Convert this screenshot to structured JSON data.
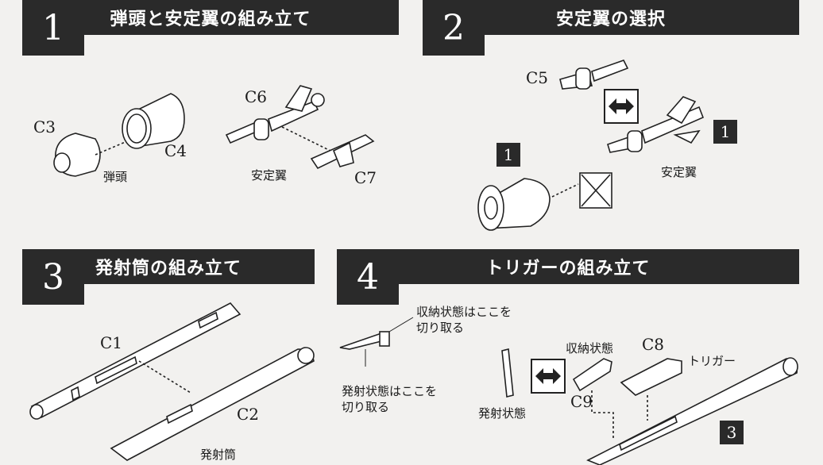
{
  "steps": [
    {
      "num": "1",
      "title": "弾頭と安定翼の組み立て"
    },
    {
      "num": "2",
      "title": "安定翼の選択"
    },
    {
      "num": "3",
      "title": "発射筒の組み立て"
    },
    {
      "num": "4",
      "title": "トリガーの組み立て"
    }
  ],
  "step1": {
    "c3": "C3",
    "c4": "C4",
    "c6": "C6",
    "c7": "C7",
    "warhead": "弾頭",
    "fin": "安定翼"
  },
  "step2": {
    "c5": "C5",
    "fin": "安定翼",
    "ref1": "1",
    "ref2": "1"
  },
  "step3": {
    "c1": "C1",
    "c2": "C2",
    "tube": "発射筒"
  },
  "step4": {
    "cut_stored_1": "収納状態はここを",
    "cut_stored_2": "切り取る",
    "cut_fire_1": "発射状態はここを",
    "cut_fire_2": "切り取る",
    "fire_state": "発射状態",
    "stored_state": "収納状態",
    "c8": "C8",
    "c9": "C9",
    "trigger": "トリガー",
    "ref3": "3"
  }
}
